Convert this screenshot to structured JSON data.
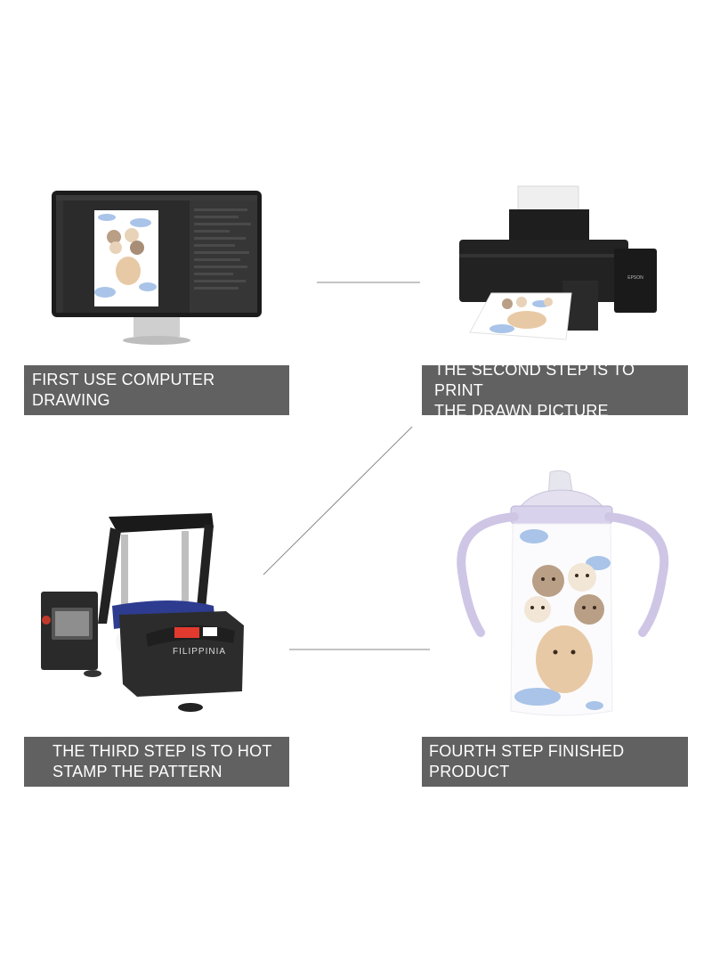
{
  "steps": [
    {
      "label": "FIRST USE COMPUTER DRAWING"
    },
    {
      "label": "THE SECOND STEP IS TO PRINT\nTHE DRAWN PICTURE"
    },
    {
      "label": "THE THIRD STEP IS TO HOT\nSTAMP THE PATTERN"
    },
    {
      "label": "FOURTH STEP FINISHED PRODUCT"
    }
  ],
  "printer_brand": "EPSON",
  "press_brand": "FILIPPINIA",
  "colors": {
    "caption_bg": "#616161",
    "caption_text": "#ffffff",
    "connector": "#8a8a8a",
    "bear": "#e8c9a5",
    "cloud": "#a9c4e8"
  }
}
